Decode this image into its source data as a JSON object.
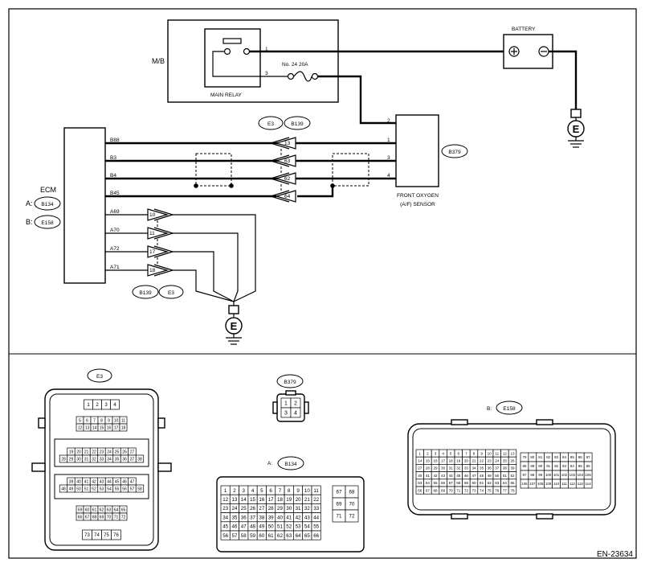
{
  "labels": {
    "mb": "M/B",
    "main_relay": "MAIN RELAY",
    "fuse": "No. 24   20A",
    "battery": "BATTERY",
    "ecm": "ECM",
    "sensor_l1": "FRONT OXYGEN",
    "sensor_l2": "(A/F) SENSOR",
    "ecm_a": "A:",
    "ecm_b": "B:",
    "b_prefix": "B:",
    "a_prefix": "A:",
    "ground": "E",
    "doc_id": "EN-23634"
  },
  "tags": {
    "b134": "B134",
    "e158": "E158",
    "e3": "E3",
    "b139": "B139",
    "b379": "B379"
  },
  "relay_pins": [
    "1",
    "3"
  ],
  "sensor_pins": [
    "2",
    "1",
    "3",
    "4"
  ],
  "ecm_upper_pins": [
    "B88",
    "B3",
    "B4",
    "B45"
  ],
  "ecm_lower_pins": [
    "A69",
    "A70",
    "A72",
    "A71"
  ],
  "upper_conn_pins": [
    "13",
    "63",
    "62",
    "64"
  ],
  "lower_conn_pins": [
    "10",
    "11",
    "17",
    "18"
  ],
  "e3_rows": [
    [
      "1",
      "2",
      "3",
      "4"
    ],
    [
      "5",
      "6",
      "7",
      "8",
      "9",
      "10",
      "11"
    ],
    [
      "12",
      "13",
      "14",
      "15",
      "16",
      "17",
      "18"
    ],
    [
      "19",
      "20",
      "21",
      "22",
      "23",
      "24",
      "25",
      "26",
      "27"
    ],
    [
      "28",
      "29",
      "30",
      "31",
      "32",
      "33",
      "34",
      "35",
      "36",
      "37",
      "38"
    ],
    [
      "39",
      "40",
      "41",
      "42",
      "43",
      "44",
      "45",
      "46",
      "47"
    ],
    [
      "48",
      "49",
      "50",
      "51",
      "52",
      "53",
      "54",
      "55",
      "56",
      "57",
      "58"
    ],
    [
      "59",
      "60",
      "61",
      "62",
      "63",
      "64",
      "65"
    ],
    [
      "66",
      "67",
      "68",
      "69",
      "70",
      "71",
      "72"
    ],
    [
      "73",
      "74",
      "75",
      "76"
    ]
  ],
  "b379_grid": [
    [
      "1",
      "2"
    ],
    [
      "3",
      "4"
    ]
  ],
  "b134_rows": [
    [
      "1",
      "2",
      "3",
      "4",
      "5",
      "6",
      "7",
      "8",
      "9",
      "10",
      "11"
    ],
    [
      "12",
      "13",
      "14",
      "15",
      "16",
      "17",
      "18",
      "19",
      "20",
      "21",
      "22"
    ],
    [
      "23",
      "24",
      "25",
      "26",
      "27",
      "28",
      "29",
      "30",
      "31",
      "32",
      "33"
    ],
    [
      "34",
      "35",
      "36",
      "37",
      "38",
      "39",
      "40",
      "41",
      "42",
      "43",
      "44"
    ],
    [
      "45",
      "46",
      "47",
      "48",
      "49",
      "50",
      "51",
      "52",
      "53",
      "54",
      "55"
    ],
    [
      "56",
      "57",
      "58",
      "59",
      "60",
      "61",
      "62",
      "63",
      "64",
      "65",
      "66"
    ]
  ],
  "b134_side": [
    [
      "67",
      "68"
    ],
    [
      "69",
      "70"
    ],
    [
      "71",
      "72"
    ]
  ],
  "e158_left": [
    [
      "1",
      "2",
      "3",
      "4",
      "5",
      "6",
      "7",
      "8",
      "9",
      "10",
      "11",
      "12",
      "13"
    ],
    [
      "14",
      "15",
      "16",
      "17",
      "18",
      "19",
      "20",
      "21",
      "22",
      "23",
      "24",
      "25",
      "26"
    ],
    [
      "27",
      "28",
      "29",
      "30",
      "31",
      "32",
      "33",
      "34",
      "35",
      "36",
      "37",
      "38",
      "39"
    ],
    [
      "40",
      "41",
      "42",
      "43",
      "44",
      "45",
      "46",
      "47",
      "48",
      "49",
      "50",
      "51",
      "52"
    ],
    [
      "53",
      "54",
      "55",
      "56",
      "57",
      "58",
      "59",
      "60",
      "61",
      "62",
      "63",
      "64",
      "65"
    ],
    [
      "66",
      "67",
      "68",
      "69",
      "70",
      "71",
      "72",
      "73",
      "74",
      "75",
      "76",
      "77",
      "78"
    ]
  ],
  "e158_right": [
    [
      "79",
      "80",
      "81",
      "82",
      "83",
      "84",
      "85",
      "86",
      "87"
    ],
    [
      "88",
      "89",
      "90",
      "91",
      "92",
      "93",
      "94",
      "95",
      "96"
    ],
    [
      "97",
      "98",
      "99",
      "100",
      "101",
      "102",
      "103",
      "104",
      "105"
    ],
    [
      "106",
      "107",
      "108",
      "109",
      "110",
      "111",
      "112",
      "113",
      "114"
    ]
  ]
}
